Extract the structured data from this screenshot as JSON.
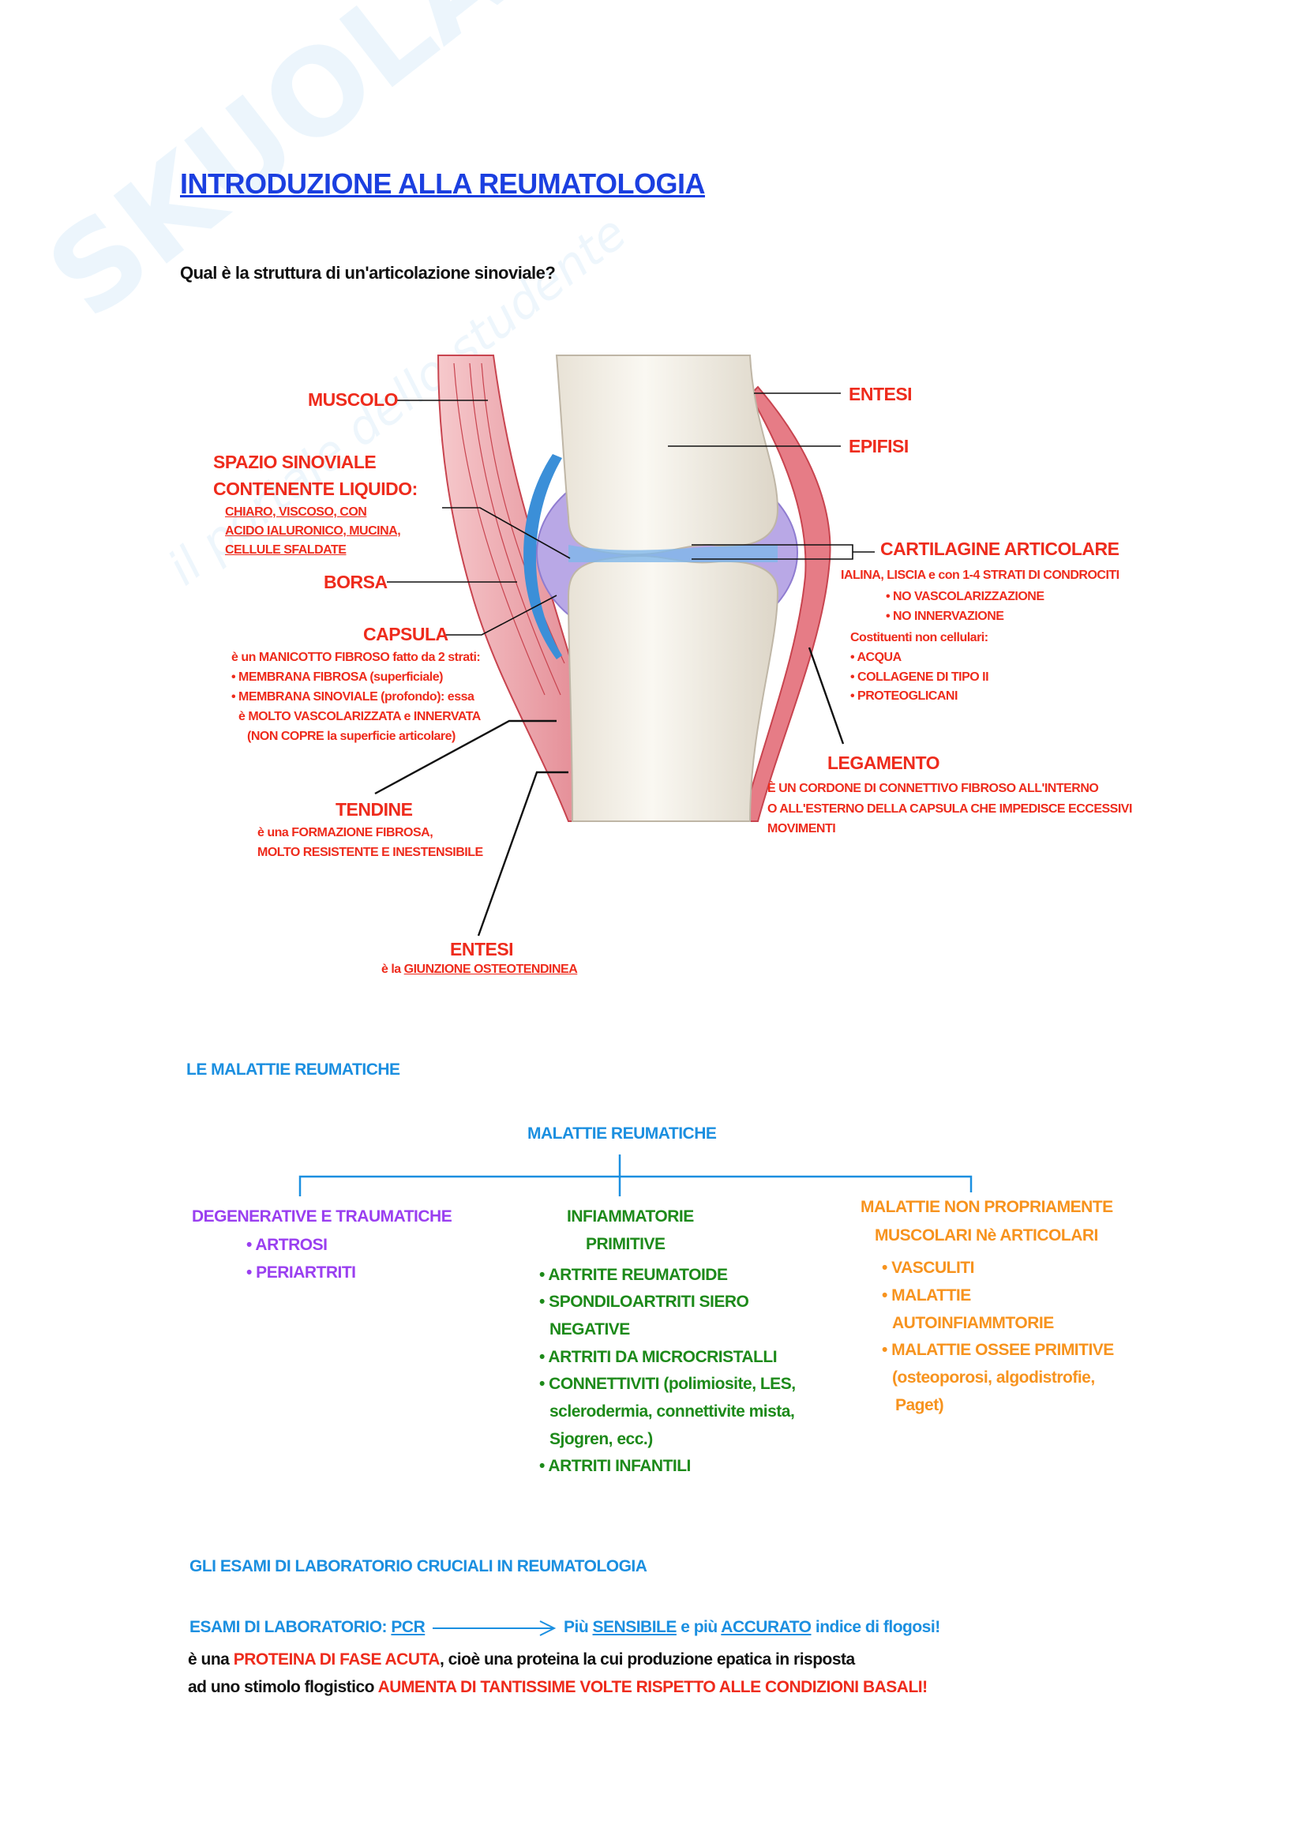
{
  "watermark": {
    "brand": "SKUOLA.net",
    "tagline": "il portale dello studente"
  },
  "title": "INTRODUZIONE ALLA REUMATOLOGIA",
  "question": "Qual è la struttura di un'articolazione sinoviale?",
  "diagram": {
    "muscolo": "MUSCOLO",
    "spazio_title_1": "SPAZIO SINOVIALE",
    "spazio_title_2": "CONTENENTE LIQUIDO:",
    "spazio_desc": [
      "CHIARO, VISCOSO, CON",
      "ACIDO IALURONICO, MUCINA,",
      "CELLULE SFALDATE"
    ],
    "borsa": "BORSA",
    "capsula": "CAPSULA",
    "capsula_desc": [
      "è un MANICOTTO FIBROSO fatto da 2 strati:",
      "• MEMBRANA FIBROSA (superficiale)",
      "• MEMBRANA SINOVIALE (profondo): essa",
      "è MOLTO VASCOLARIZZATA e INNERVATA",
      "(NON COPRE la superficie articolare)"
    ],
    "tendine": "TENDINE",
    "tendine_desc": [
      "è una FORMAZIONE FIBROSA,",
      "MOLTO RESISTENTE E INESTENSIBILE"
    ],
    "entesi_bottom": "ENTESI",
    "entesi_desc_prefix": "è la",
    "entesi_desc_term": "GIUNZIONE OSTEOTENDINEA",
    "entesi_top": "ENTESI",
    "epifisi": "EPIFISI",
    "cartilagine": "CARTILAGINE ARTICOLARE",
    "cartilagine_desc": "IALINA, LISCIA e con 1-4 STRATI DI CONDROCITI",
    "cartilagine_bullets": [
      "• NO VASCOLARIZZAZIONE",
      "• NO INNERVAZIONE"
    ],
    "costituenti": "Costituenti non cellulari:",
    "costituenti_items": [
      "• ACQUA",
      "• COLLAGENE DI TIPO II",
      "• PROTEOGLICANI"
    ],
    "legamento": "LEGAMENTO",
    "legamento_desc": [
      "È UN CORDONE DI CONNETTIVO FIBROSO ALL'INTERNO",
      "O ALL'ESTERNO DELLA CAPSULA CHE IMPEDISCE ECCESSIVI",
      "MOVIMENTI"
    ]
  },
  "malattie": {
    "section_title": "LE MALATTIE REUMATICHE",
    "root": "MALATTIE REUMATICHE",
    "degenerative": {
      "title": "DEGENERATIVE E TRAUMATICHE",
      "items": [
        "• ARTROSI",
        "• PERIARTRITI"
      ]
    },
    "infiammatorie": {
      "title_1": "INFIAMMATORIE",
      "title_2": "PRIMITIVE",
      "lines": [
        "• ARTRITE REUMATOIDE",
        "• SPONDILOARTRITI SIERO",
        "NEGATIVE",
        "• ARTRITI DA MICROCRISTALLI",
        "• CONNETTIVITI (polimiosite, LES,",
        "sclerodermia, connettivite mista,",
        "Sjogren, ecc.)",
        "• ARTRITI INFANTILI"
      ]
    },
    "non_propriamente": {
      "title_1": "MALATTIE NON PROPRIAMENTE",
      "title_2": "MUSCOLARI Nè ARTICOLARI",
      "lines": [
        "• VASCULITI",
        "• MALATTIE",
        "AUTOINFIAMMTORIE",
        "• MALATTIE OSSEE PRIMITIVE",
        "(osteoporosi, algodistrofie,",
        "Paget)"
      ]
    }
  },
  "esami": {
    "section_title": "GLI ESAMI DI LABORATORIO CRUCIALI IN REUMATOLOGIA",
    "lab_prefix": "ESAMI DI LABORATORIO:",
    "pcr": "PCR",
    "piu": "Più",
    "sensibile": "SENSIBILE",
    "e_piu": "e più",
    "accurato": "ACCURATO",
    "indice": "indice di flogosi!",
    "line1_a": "è una",
    "line1_b": "PROTEINA DI FASE ACUTA",
    "line1_c": ", cioè una proteina la cui produzione epatica in risposta",
    "line2_a": "ad uno stimolo flogistico",
    "line2_b": "AUMENTA DI TANTISSIME VOLTE RISPETTO ALLE CONDIZIONI BASALI!"
  }
}
